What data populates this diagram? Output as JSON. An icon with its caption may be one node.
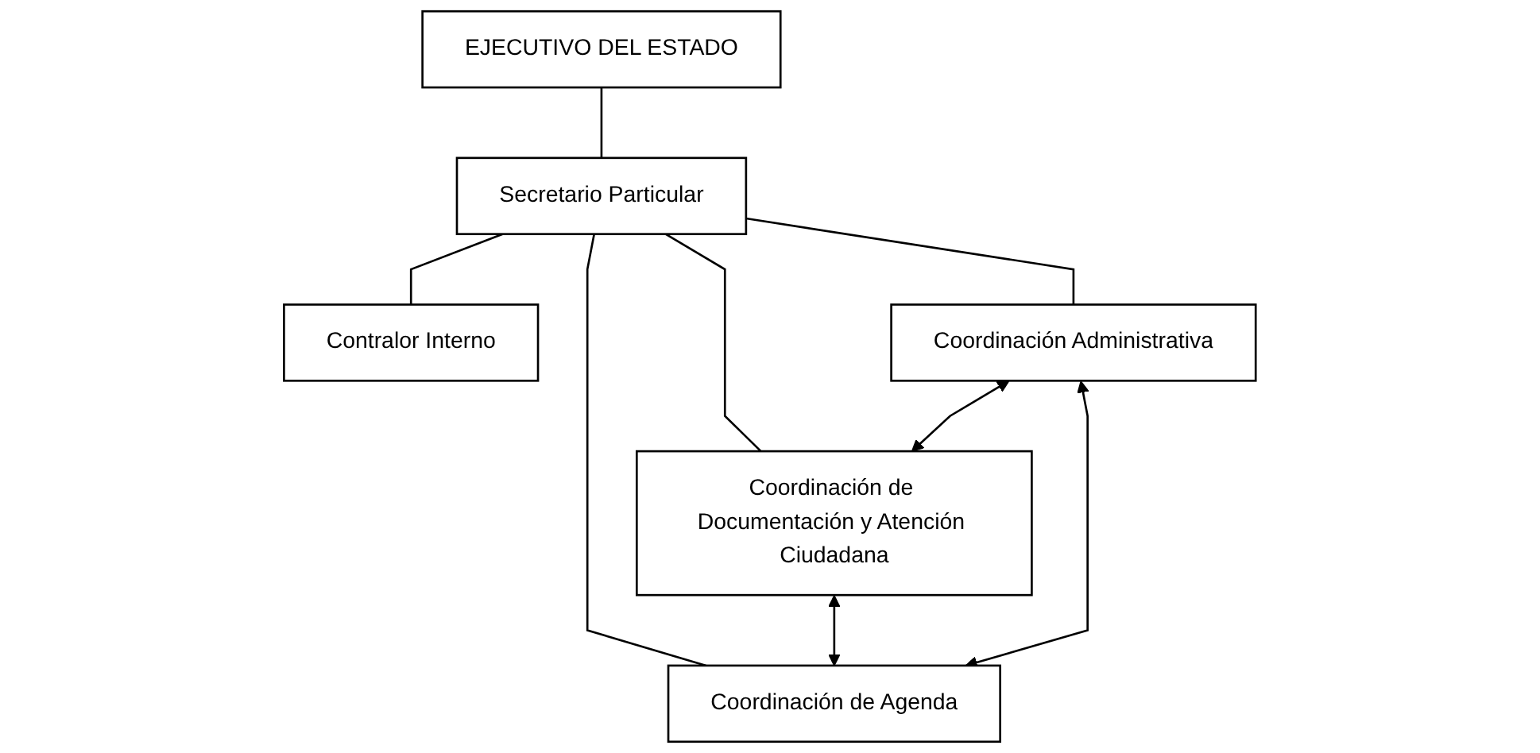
{
  "diagram": {
    "nodes": [
      {
        "text": [
          "EJECUTIVO DEL ESTADO"
        ]
      },
      {
        "text": [
          "Secretario Particular"
        ]
      },
      {
        "text": [
          "Contralor Interno"
        ]
      },
      {
        "text": [
          "Coordinación Administrativa"
        ]
      },
      {
        "text": [
          "Coordinación de Documentación y Atención Ciudadana"
        ]
      },
      {
        "text": [
          "Coordinación de Agenda"
        ]
      }
    ],
    "edges": [
      {
        "from": 0,
        "to": 1,
        "arrow": "none"
      },
      {
        "from": 1,
        "to": 2,
        "arrow": "none"
      },
      {
        "from": 1,
        "to": 3,
        "arrow": "none"
      },
      {
        "from": 1,
        "to": 4,
        "arrow": "none"
      },
      {
        "from": 1,
        "to": 5,
        "arrow": "none"
      },
      {
        "from": 3,
        "to": 4,
        "arrow": "both"
      },
      {
        "from": 4,
        "to": 5,
        "arrow": "both"
      },
      {
        "from": 3,
        "to": 5,
        "arrow": "both"
      }
    ]
  }
}
